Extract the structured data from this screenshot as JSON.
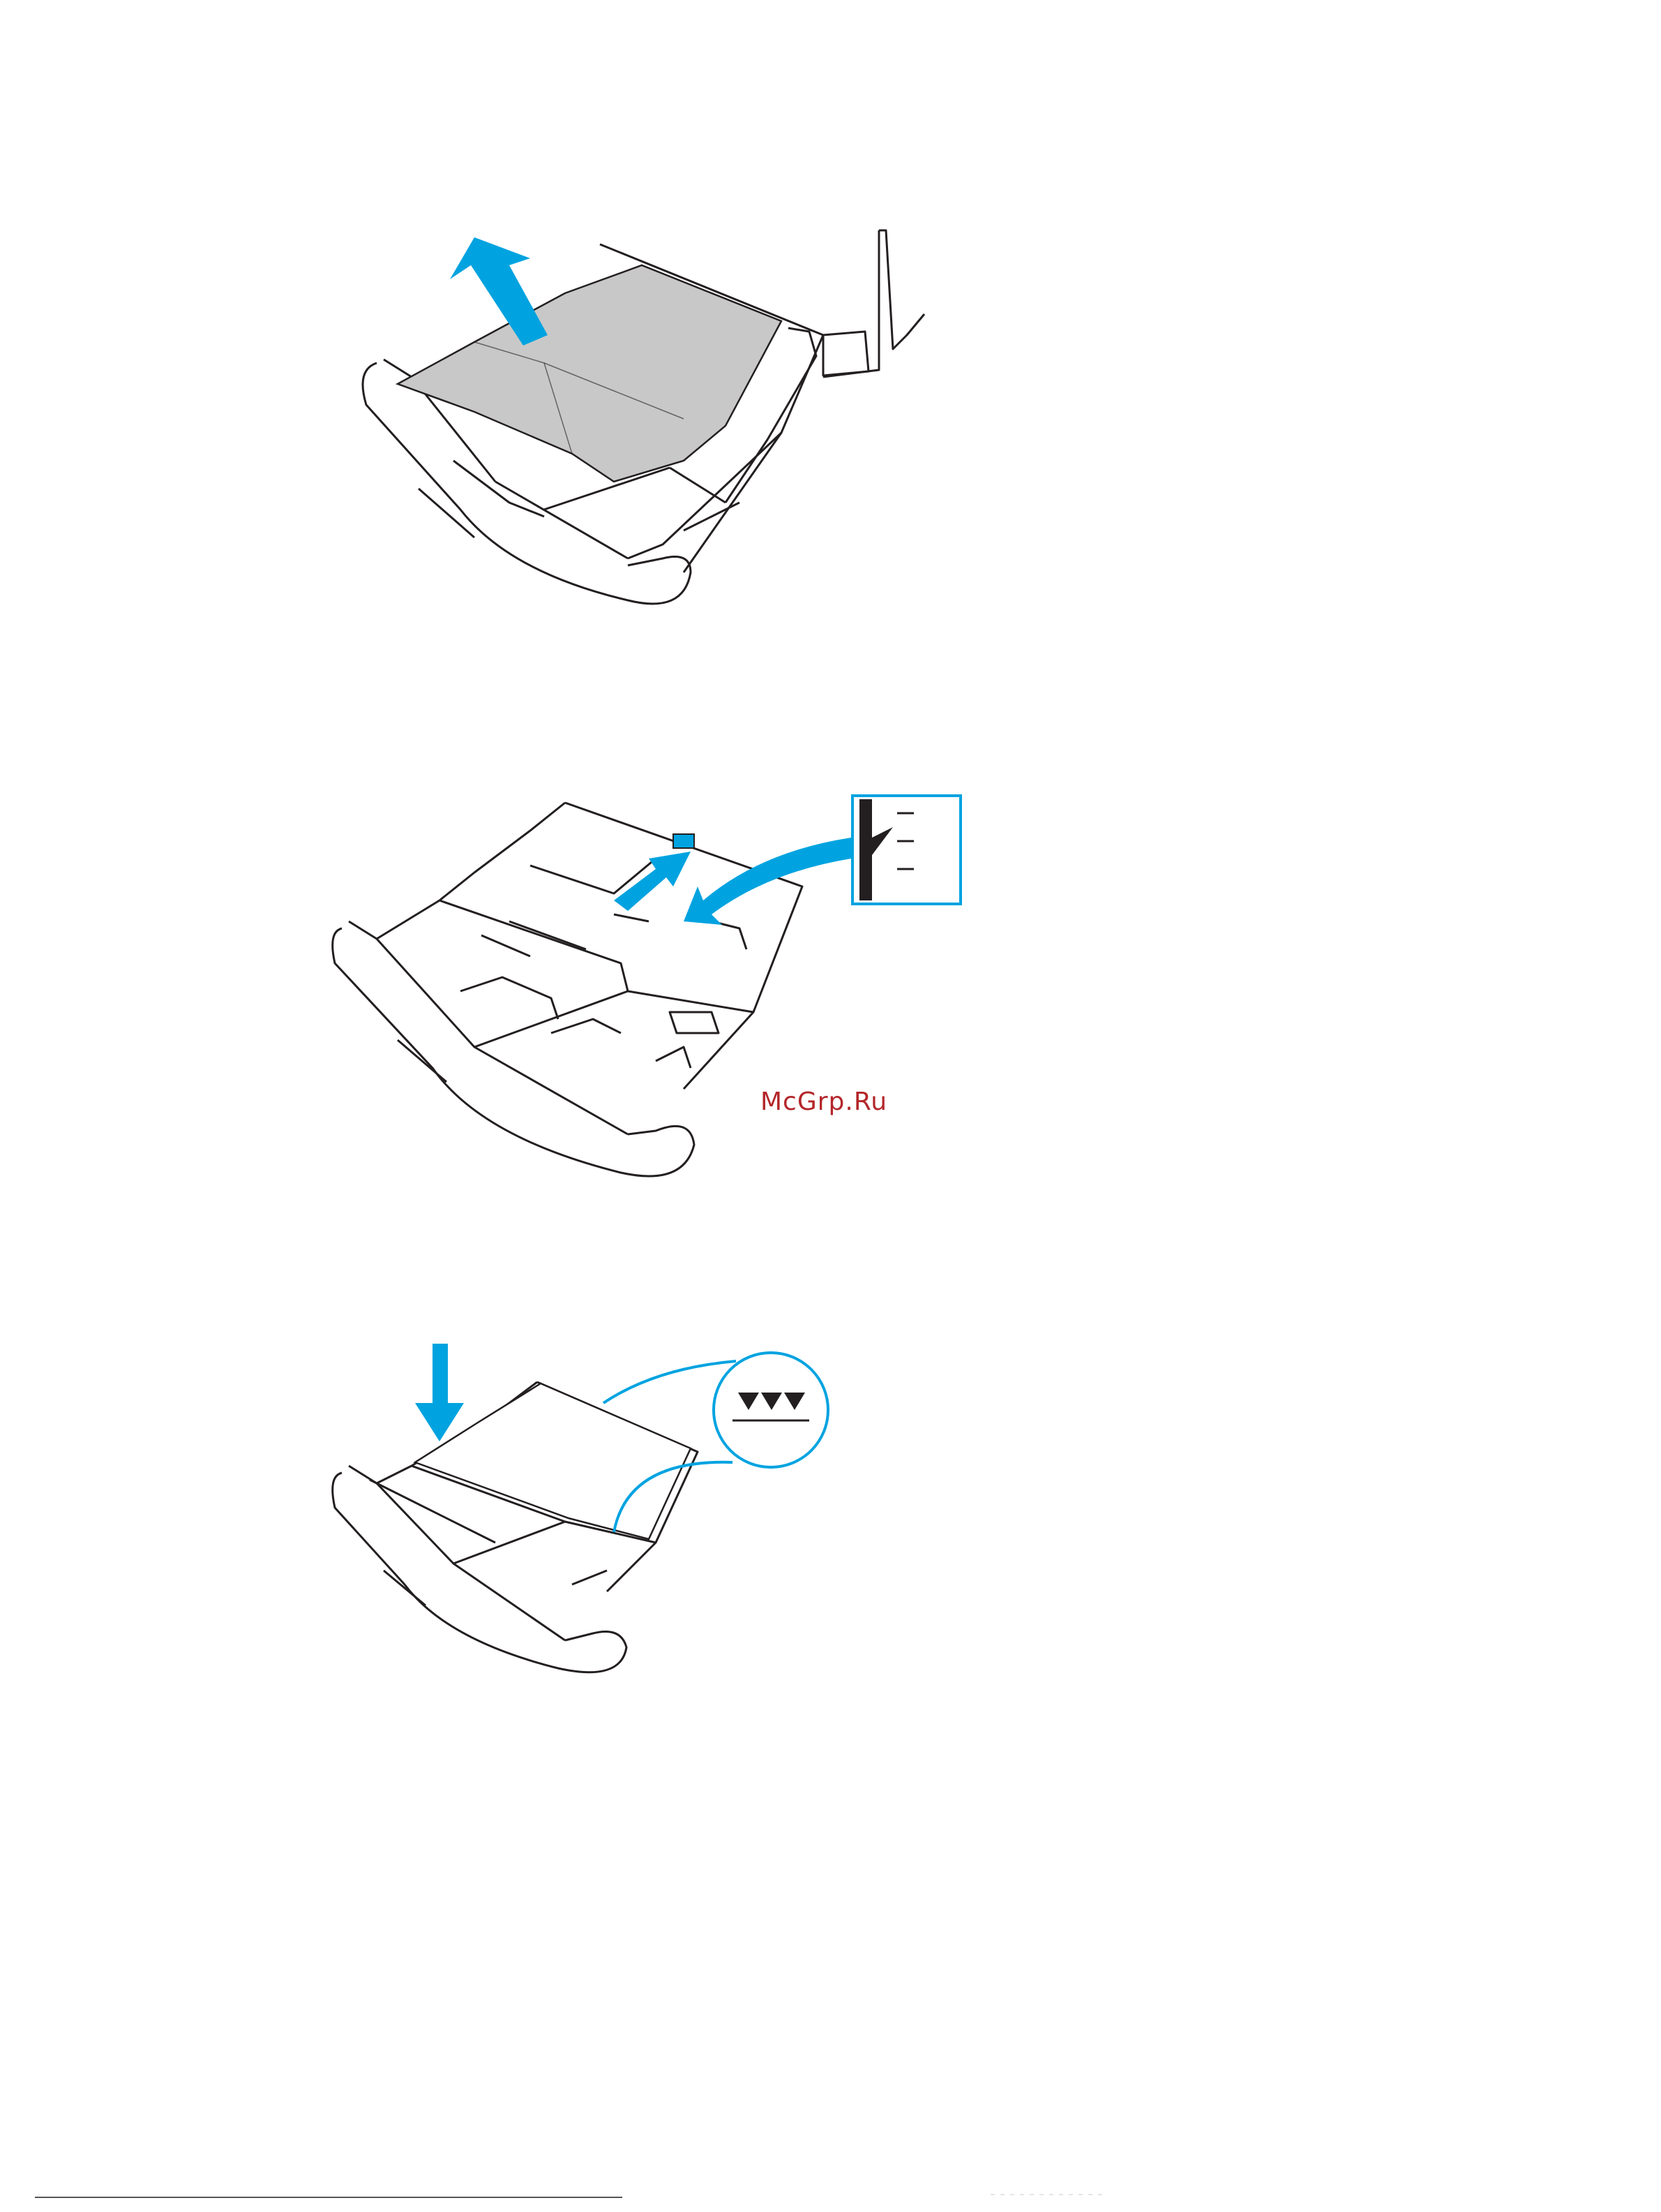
{
  "watermark": {
    "text": "McGrp.Ru"
  },
  "colors": {
    "accent": "#00a3e0",
    "paper": "#c8c8c8",
    "line": "#231f20",
    "watermark": "#b3262a"
  },
  "figures": [
    {
      "id": "fig1",
      "name": "remove-jammed-paper-illustration",
      "icon": "arrow-up-icon"
    },
    {
      "id": "fig2",
      "name": "adjust-paper-guide-illustration",
      "icon": "paper-size-gauge-icon"
    },
    {
      "id": "fig3",
      "name": "load-paper-illustration",
      "icon": "stack-height-limit-icon"
    }
  ]
}
